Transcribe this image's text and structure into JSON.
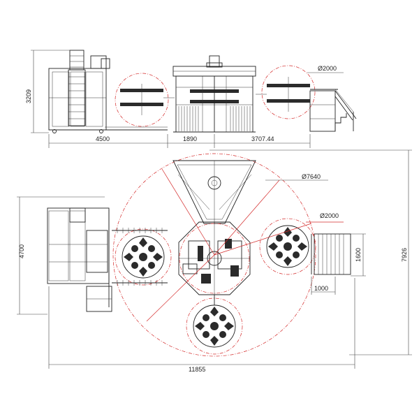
{
  "dimensions": {
    "side_height": "3209",
    "base_length": "4500",
    "center_width": "1890",
    "right_length": "3707.44",
    "dia_top": "Ø2000",
    "dia_ring": "Ø7640",
    "dia_right": "Ø2000",
    "plan_height": "4700",
    "station_height": "1600",
    "station_width": "1000",
    "total_width": "11855",
    "total_height": "7926"
  },
  "colors": {
    "lines": "#222222",
    "centerlines": "#d42a2a"
  }
}
